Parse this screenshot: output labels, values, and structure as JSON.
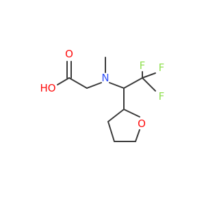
{
  "molecule": {
    "atoms": {
      "carbonyl_oxygen": "O",
      "hydroxyl": "HO",
      "amine_nitrogen": "N",
      "fluorine_1": "F",
      "fluorine_2": "F",
      "fluorine_3": "F",
      "ring_oxygen": "O"
    },
    "colors": {
      "bond": "#3a3a3a",
      "oxygen": "#ff0d0d",
      "nitrogen": "#3050f8",
      "fluorine": "#90e050"
    }
  }
}
